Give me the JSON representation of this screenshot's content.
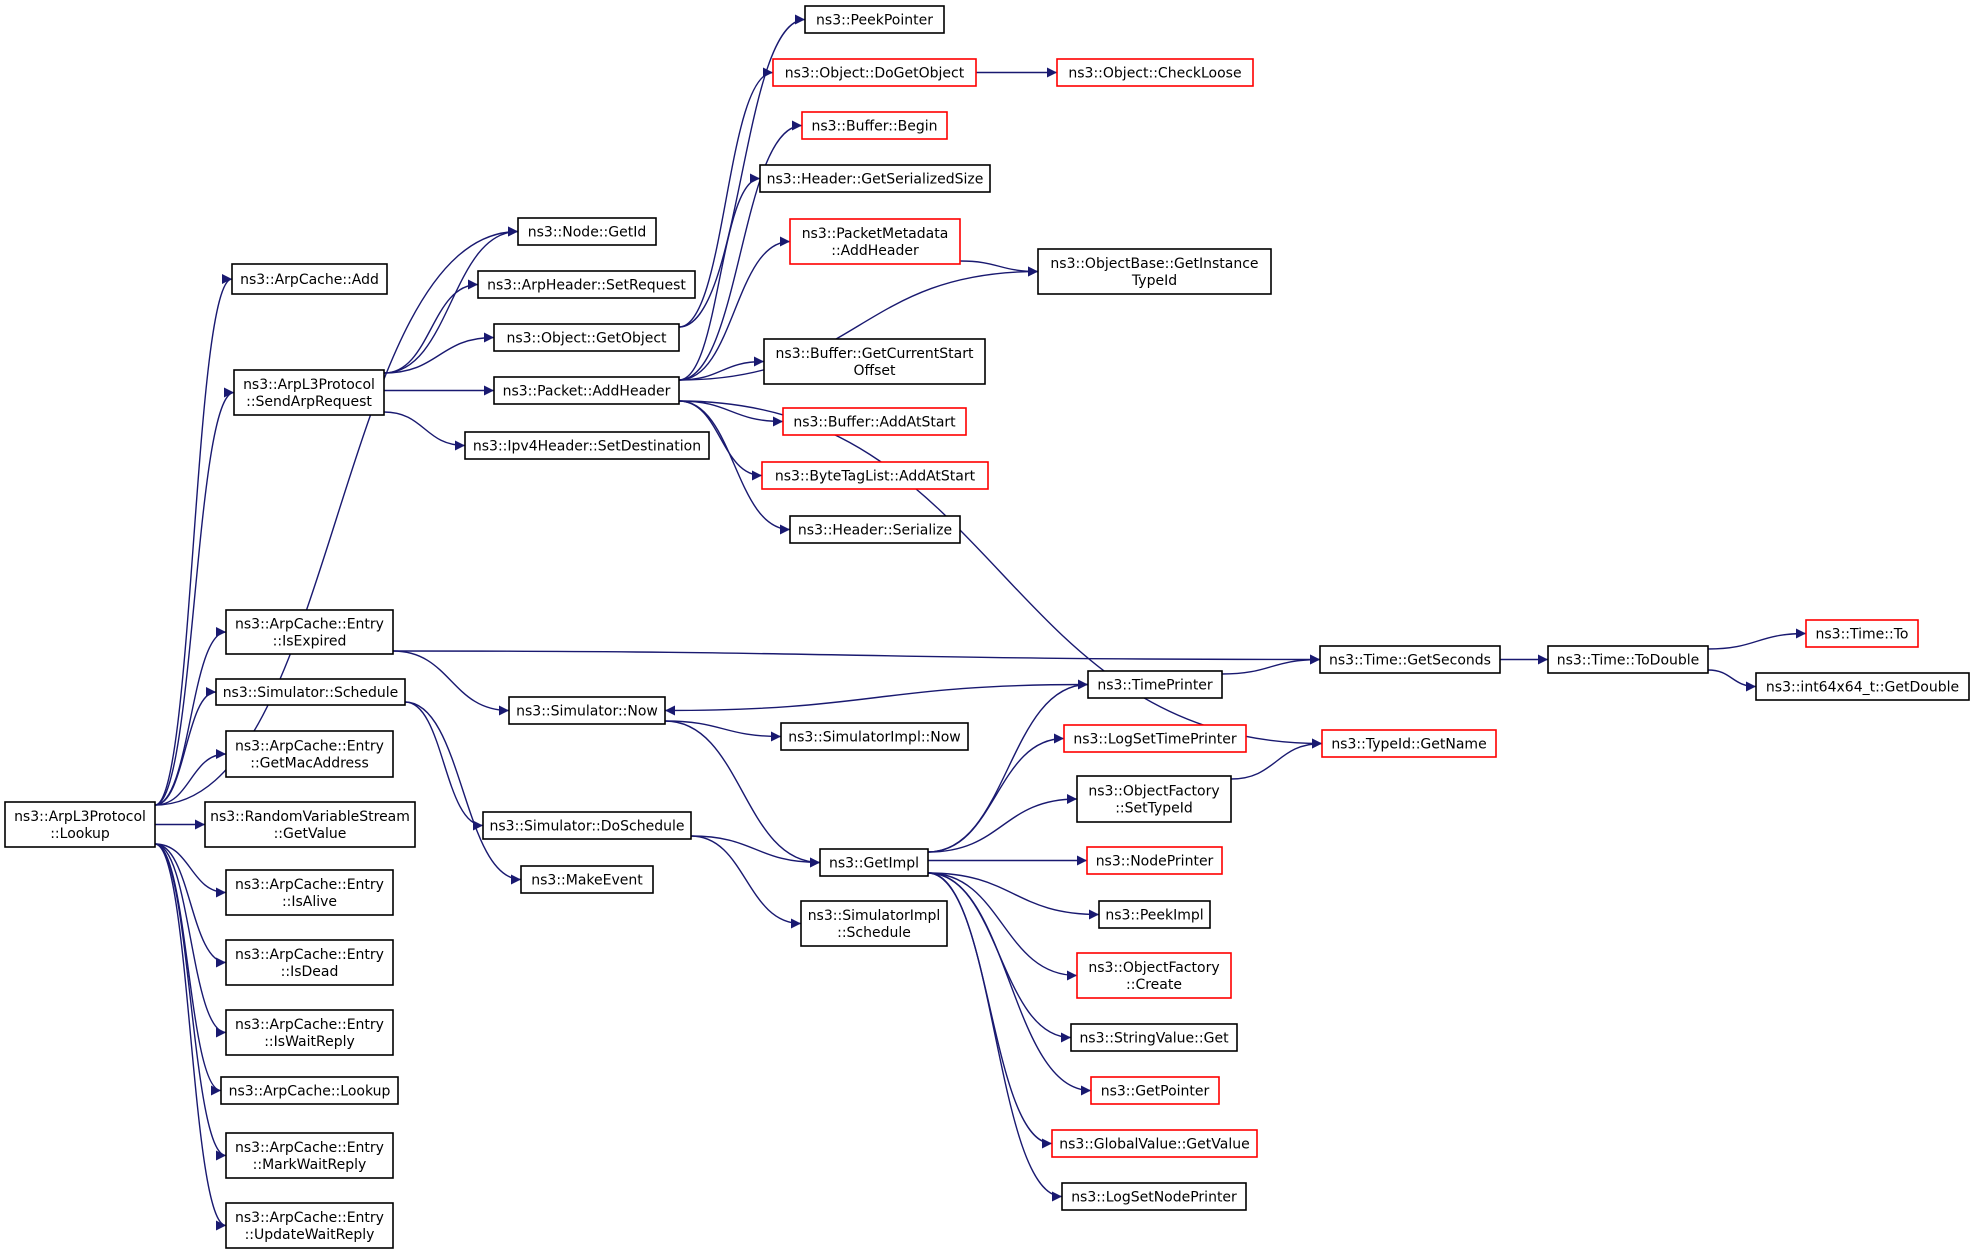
{
  "colors": {
    "edge": "#191970",
    "node_border_normal": "#000000",
    "node_border_truncated": "#ff0000",
    "root_fill": "#bfbfbf",
    "background": "#ffffff"
  },
  "nodes": [
    {
      "id": "lookup",
      "lines": [
        "ns3::ArpL3Protocol",
        "::Lookup"
      ],
      "border": "black",
      "root": true
    },
    {
      "id": "arpcache_add",
      "lines": [
        "ns3::ArpCache::Add"
      ],
      "border": "black"
    },
    {
      "id": "sendarp",
      "lines": [
        "ns3::ArpL3Protocol",
        "::SendArpRequest"
      ],
      "border": "black"
    },
    {
      "id": "isexpired",
      "lines": [
        "ns3::ArpCache::Entry",
        "::IsExpired"
      ],
      "border": "black"
    },
    {
      "id": "sim_schedule",
      "lines": [
        "ns3::Simulator::Schedule"
      ],
      "border": "black"
    },
    {
      "id": "getmac",
      "lines": [
        "ns3::ArpCache::Entry",
        "::GetMacAddress"
      ],
      "border": "black"
    },
    {
      "id": "rvs_getvalue",
      "lines": [
        "ns3::RandomVariableStream",
        "::GetValue"
      ],
      "border": "black"
    },
    {
      "id": "isalive",
      "lines": [
        "ns3::ArpCache::Entry",
        "::IsAlive"
      ],
      "border": "black"
    },
    {
      "id": "isdead",
      "lines": [
        "ns3::ArpCache::Entry",
        "::IsDead"
      ],
      "border": "black"
    },
    {
      "id": "iswaitreply",
      "lines": [
        "ns3::ArpCache::Entry",
        "::IsWaitReply"
      ],
      "border": "black"
    },
    {
      "id": "arpcache_lookup",
      "lines": [
        "ns3::ArpCache::Lookup"
      ],
      "border": "black"
    },
    {
      "id": "markwaitreply",
      "lines": [
        "ns3::ArpCache::Entry",
        "::MarkWaitReply"
      ],
      "border": "black"
    },
    {
      "id": "updatewaitreply",
      "lines": [
        "ns3::ArpCache::Entry",
        "::UpdateWaitReply"
      ],
      "border": "black"
    },
    {
      "id": "node_getid",
      "lines": [
        "ns3::Node::GetId"
      ],
      "border": "black"
    },
    {
      "id": "arpheader_setrequest",
      "lines": [
        "ns3::ArpHeader::SetRequest"
      ],
      "border": "black"
    },
    {
      "id": "object_getobject",
      "lines": [
        "ns3::Object::GetObject"
      ],
      "border": "black"
    },
    {
      "id": "packet_addheader",
      "lines": [
        "ns3::Packet::AddHeader"
      ],
      "border": "black"
    },
    {
      "id": "ipv4_setdest",
      "lines": [
        "ns3::Ipv4Header::SetDestination"
      ],
      "border": "black"
    },
    {
      "id": "sim_now",
      "lines": [
        "ns3::Simulator::Now"
      ],
      "border": "black"
    },
    {
      "id": "sim_doschedule",
      "lines": [
        "ns3::Simulator::DoSchedule"
      ],
      "border": "black"
    },
    {
      "id": "makeevent",
      "lines": [
        "ns3::MakeEvent"
      ],
      "border": "black"
    },
    {
      "id": "peekpointer",
      "lines": [
        "ns3::PeekPointer"
      ],
      "border": "black"
    },
    {
      "id": "object_dogetobject",
      "lines": [
        "ns3::Object::DoGetObject"
      ],
      "border": "red"
    },
    {
      "id": "buffer_begin",
      "lines": [
        "ns3::Buffer::Begin"
      ],
      "border": "red"
    },
    {
      "id": "header_getserializedsize",
      "lines": [
        "ns3::Header::GetSerializedSize"
      ],
      "border": "black"
    },
    {
      "id": "pm_addheader",
      "lines": [
        "ns3::PacketMetadata",
        "::AddHeader"
      ],
      "border": "red"
    },
    {
      "id": "buffer_getcurrentstart",
      "lines": [
        "ns3::Buffer::GetCurrentStart",
        "Offset"
      ],
      "border": "black"
    },
    {
      "id": "buffer_addatstart",
      "lines": [
        "ns3::Buffer::AddAtStart"
      ],
      "border": "red"
    },
    {
      "id": "bytetaglist_addatstart",
      "lines": [
        "ns3::ByteTagList::AddAtStart"
      ],
      "border": "red"
    },
    {
      "id": "header_serialize",
      "lines": [
        "ns3::Header::Serialize"
      ],
      "border": "black"
    },
    {
      "id": "simimpl_now",
      "lines": [
        "ns3::SimulatorImpl::Now"
      ],
      "border": "black"
    },
    {
      "id": "getimpl",
      "lines": [
        "ns3::GetImpl"
      ],
      "border": "black"
    },
    {
      "id": "simimpl_schedule",
      "lines": [
        "ns3::SimulatorImpl",
        "::Schedule"
      ],
      "border": "black"
    },
    {
      "id": "object_checkloose",
      "lines": [
        "ns3::Object::CheckLoose"
      ],
      "border": "red"
    },
    {
      "id": "objectbase_getinstancetypeid",
      "lines": [
        "ns3::ObjectBase::GetInstance",
        "TypeId"
      ],
      "border": "black"
    },
    {
      "id": "timeprinter",
      "lines": [
        "ns3::TimePrinter"
      ],
      "border": "black"
    },
    {
      "id": "logsettimeprinter",
      "lines": [
        "ns3::LogSetTimePrinter"
      ],
      "border": "red"
    },
    {
      "id": "of_settypeid",
      "lines": [
        "ns3::ObjectFactory",
        "::SetTypeId"
      ],
      "border": "black"
    },
    {
      "id": "nodeprinter",
      "lines": [
        "ns3::NodePrinter"
      ],
      "border": "red"
    },
    {
      "id": "peekimpl",
      "lines": [
        "ns3::PeekImpl"
      ],
      "border": "black"
    },
    {
      "id": "of_create",
      "lines": [
        "ns3::ObjectFactory",
        "::Create"
      ],
      "border": "red"
    },
    {
      "id": "stringvalue_get",
      "lines": [
        "ns3::StringValue::Get"
      ],
      "border": "black"
    },
    {
      "id": "getpointer",
      "lines": [
        "ns3::GetPointer"
      ],
      "border": "red"
    },
    {
      "id": "globalvalue_getvalue",
      "lines": [
        "ns3::GlobalValue::GetValue"
      ],
      "border": "red"
    },
    {
      "id": "logsetnodeprinter",
      "lines": [
        "ns3::LogSetNodePrinter"
      ],
      "border": "black"
    },
    {
      "id": "time_getseconds",
      "lines": [
        "ns3::Time::GetSeconds"
      ],
      "border": "black"
    },
    {
      "id": "typeid_getname",
      "lines": [
        "ns3::TypeId::GetName"
      ],
      "border": "red"
    },
    {
      "id": "time_todouble",
      "lines": [
        "ns3::Time::ToDouble"
      ],
      "border": "black"
    },
    {
      "id": "time_to",
      "lines": [
        "ns3::Time::To"
      ],
      "border": "red"
    },
    {
      "id": "int64_getdouble",
      "lines": [
        "ns3::int64x64_t::GetDouble"
      ],
      "border": "black"
    }
  ],
  "edges": [
    {
      "from": "lookup",
      "to": "arpcache_add"
    },
    {
      "from": "lookup",
      "to": "node_getid"
    },
    {
      "from": "lookup",
      "to": "sendarp"
    },
    {
      "from": "lookup",
      "to": "isexpired"
    },
    {
      "from": "lookup",
      "to": "sim_schedule"
    },
    {
      "from": "lookup",
      "to": "getmac"
    },
    {
      "from": "lookup",
      "to": "rvs_getvalue"
    },
    {
      "from": "lookup",
      "to": "isalive"
    },
    {
      "from": "lookup",
      "to": "isdead"
    },
    {
      "from": "lookup",
      "to": "iswaitreply"
    },
    {
      "from": "lookup",
      "to": "arpcache_lookup"
    },
    {
      "from": "lookup",
      "to": "markwaitreply"
    },
    {
      "from": "lookup",
      "to": "updatewaitreply"
    },
    {
      "from": "sendarp",
      "to": "node_getid"
    },
    {
      "from": "sendarp",
      "to": "arpheader_setrequest"
    },
    {
      "from": "sendarp",
      "to": "object_getobject"
    },
    {
      "from": "sendarp",
      "to": "packet_addheader"
    },
    {
      "from": "sendarp",
      "to": "ipv4_setdest"
    },
    {
      "from": "object_getobject",
      "to": "peekpointer"
    },
    {
      "from": "object_getobject",
      "to": "object_dogetobject"
    },
    {
      "from": "object_dogetobject",
      "to": "object_checkloose"
    },
    {
      "from": "packet_addheader",
      "to": "buffer_begin"
    },
    {
      "from": "packet_addheader",
      "to": "header_getserializedsize"
    },
    {
      "from": "packet_addheader",
      "to": "pm_addheader"
    },
    {
      "from": "packet_addheader",
      "to": "objectbase_getinstancetypeid"
    },
    {
      "from": "packet_addheader",
      "to": "buffer_getcurrentstart"
    },
    {
      "from": "packet_addheader",
      "to": "buffer_addatstart"
    },
    {
      "from": "packet_addheader",
      "to": "bytetaglist_addatstart"
    },
    {
      "from": "packet_addheader",
      "to": "header_serialize"
    },
    {
      "from": "packet_addheader",
      "to": "typeid_getname"
    },
    {
      "from": "pm_addheader",
      "to": "objectbase_getinstancetypeid"
    },
    {
      "from": "isexpired",
      "to": "time_getseconds"
    },
    {
      "from": "isexpired",
      "to": "sim_now"
    },
    {
      "from": "sim_schedule",
      "to": "sim_doschedule"
    },
    {
      "from": "sim_schedule",
      "to": "makeevent"
    },
    {
      "from": "sim_now",
      "to": "simimpl_now"
    },
    {
      "from": "sim_now",
      "to": "getimpl"
    },
    {
      "from": "sim_doschedule",
      "to": "getimpl"
    },
    {
      "from": "sim_doschedule",
      "to": "simimpl_schedule"
    },
    {
      "from": "timeprinter",
      "to": "sim_now"
    },
    {
      "from": "timeprinter",
      "to": "time_getseconds"
    },
    {
      "from": "getimpl",
      "to": "timeprinter"
    },
    {
      "from": "getimpl",
      "to": "logsettimeprinter"
    },
    {
      "from": "getimpl",
      "to": "of_settypeid"
    },
    {
      "from": "getimpl",
      "to": "nodeprinter"
    },
    {
      "from": "getimpl",
      "to": "peekimpl"
    },
    {
      "from": "getimpl",
      "to": "of_create"
    },
    {
      "from": "getimpl",
      "to": "stringvalue_get"
    },
    {
      "from": "getimpl",
      "to": "getpointer"
    },
    {
      "from": "getimpl",
      "to": "globalvalue_getvalue"
    },
    {
      "from": "getimpl",
      "to": "logsetnodeprinter"
    },
    {
      "from": "of_settypeid",
      "to": "typeid_getname"
    },
    {
      "from": "time_getseconds",
      "to": "time_todouble"
    },
    {
      "from": "time_todouble",
      "to": "time_to"
    },
    {
      "from": "time_todouble",
      "to": "int64_getdouble"
    }
  ]
}
